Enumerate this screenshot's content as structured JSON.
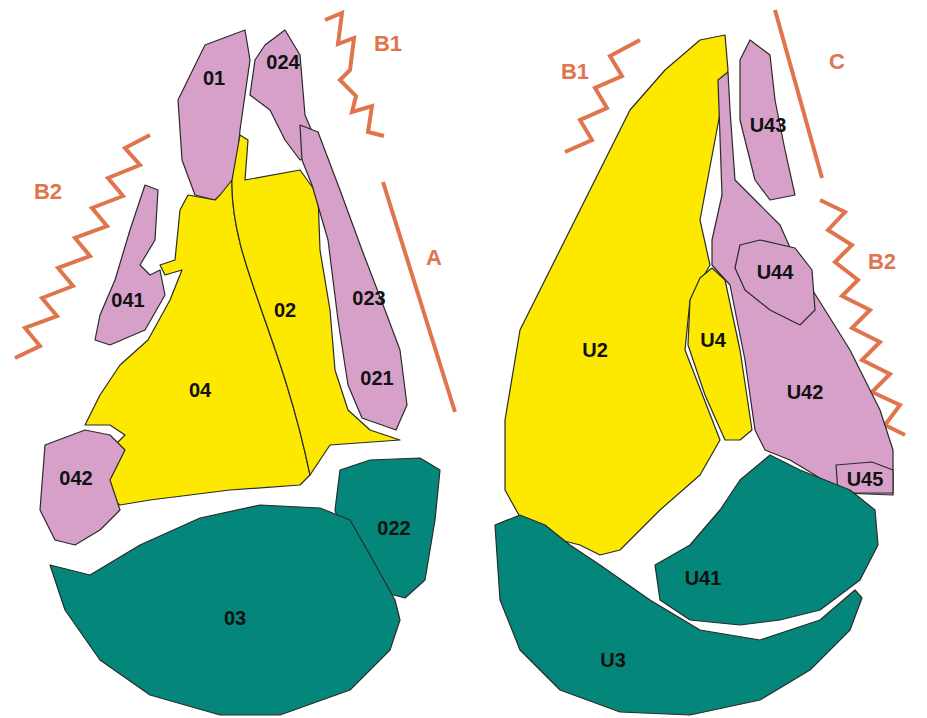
{
  "diagram": {
    "nodes": [
      {
        "text": [
          "01"
        ]
      },
      {
        "text": [
          "024"
        ]
      },
      {
        "text": [
          "041"
        ]
      },
      {
        "text": [
          "04"
        ]
      },
      {
        "text": [
          "02"
        ]
      },
      {
        "text": [
          "023",
          "021"
        ]
      },
      {
        "text": [
          "042"
        ]
      },
      {
        "text": [
          "022"
        ]
      },
      {
        "text": [
          "03"
        ]
      },
      {
        "text": [
          "U43"
        ]
      },
      {
        "text": [
          "U2"
        ]
      },
      {
        "text": [
          "U4"
        ]
      },
      {
        "text": [
          "U42"
        ]
      },
      {
        "text": [
          "U44"
        ],
        "in": 12
      },
      {
        "text": [
          "U45"
        ],
        "in": 12
      },
      {
        "text": [
          "U41"
        ]
      },
      {
        "text": [
          "U3"
        ]
      }
    ],
    "labels": [
      "B1",
      "B2",
      "A",
      "B1",
      "C",
      "B2"
    ]
  }
}
